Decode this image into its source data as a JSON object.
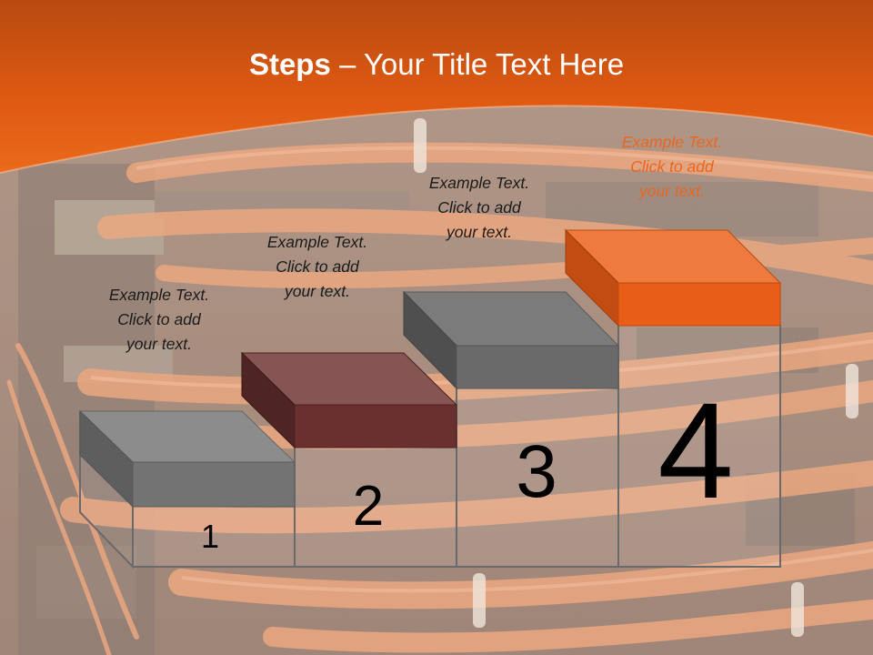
{
  "title": {
    "bold": "Steps",
    "rest": " – Your Title Text Here"
  },
  "steps": [
    {
      "number": "1",
      "caption_line1": "Example Text.",
      "caption_line2": "Click  to add",
      "caption_line3": "your text."
    },
    {
      "number": "2",
      "caption_line1": "Example Text.",
      "caption_line2": "Click  to add",
      "caption_line3": "your text."
    },
    {
      "number": "3",
      "caption_line1": "Example Text.",
      "caption_line2": "Click  to add",
      "caption_line3": "your text."
    },
    {
      "number": "4",
      "caption_line1": "Example Text.",
      "caption_line2": "Click  to add",
      "caption_line3": "your text."
    }
  ],
  "colors": {
    "header_orange": "#e05a12",
    "step1_box": "#7a7a7a",
    "step2_box": "#6b2f2f",
    "step3_box": "#707070",
    "step4_box": "#e8601c",
    "accent_caption": "#e8671f"
  }
}
